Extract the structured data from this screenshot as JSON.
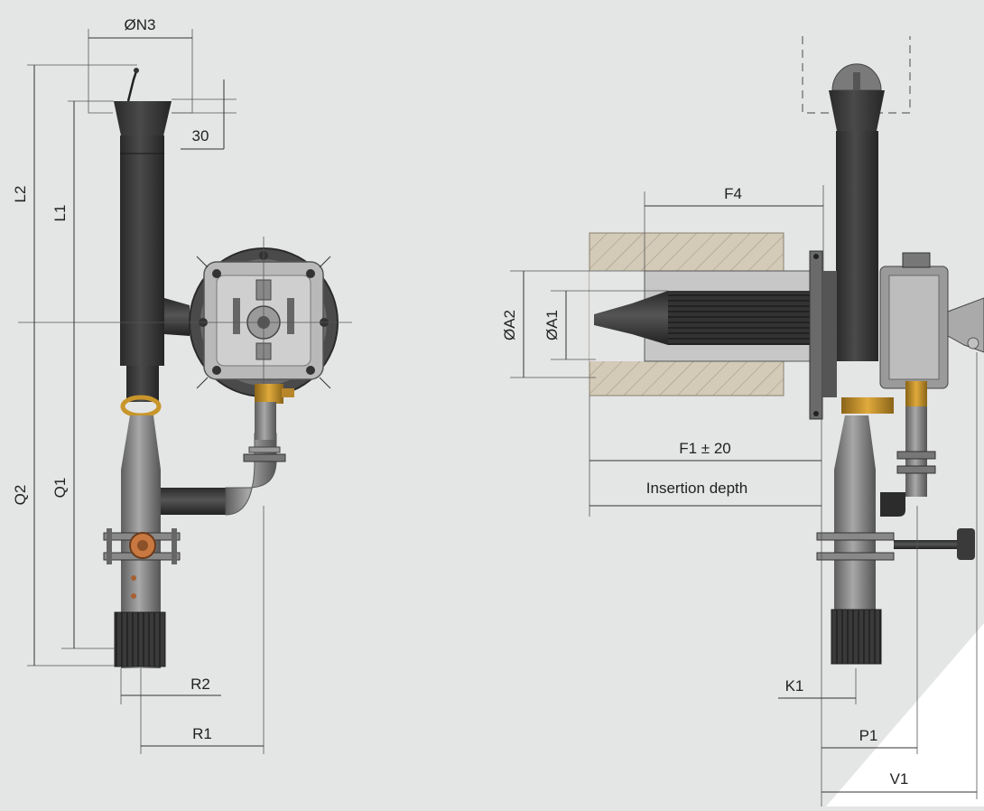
{
  "labels": {
    "n3": "ØN3",
    "d30": "30",
    "l2": "L2",
    "l1": "L1",
    "q2": "Q2",
    "q1": "Q1",
    "r2": "R2",
    "r1": "R1",
    "f4": "F4",
    "a2": "ØA2",
    "a1": "ØA1",
    "f1": "F1 ± 20",
    "insertion": "Insertion depth",
    "k1": "K1",
    "p1": "P1",
    "v1": "V1"
  },
  "colors": {
    "background": "#e4e5e5",
    "pipe_dark": "#3a3a3a",
    "pipe_grey": "#8c8c8c",
    "brass": "#c8962a",
    "wall_hatch": "#cfc6b4"
  }
}
